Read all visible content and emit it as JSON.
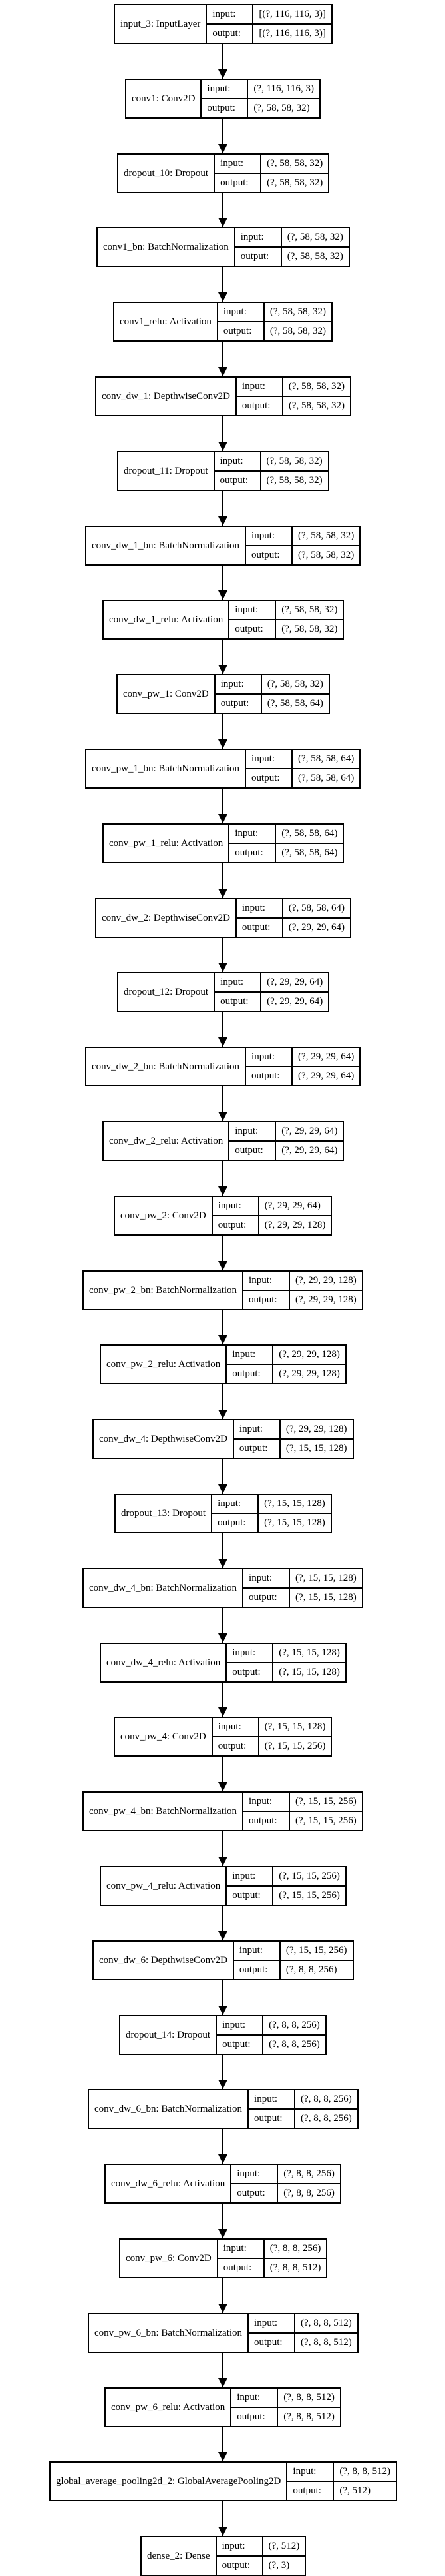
{
  "diagram": {
    "labels": {
      "input": "input:",
      "output": "output:"
    },
    "nodes": [
      {
        "name": "input_3: InputLayer",
        "input": "[(?, 116, 116, 3)]",
        "output": "[(?, 116, 116, 3)]"
      },
      {
        "name": "conv1: Conv2D",
        "input": "(?, 116, 116, 3)",
        "output": "(?, 58, 58, 32)"
      },
      {
        "name": "dropout_10: Dropout",
        "input": "(?, 58, 58, 32)",
        "output": "(?, 58, 58, 32)"
      },
      {
        "name": "conv1_bn: BatchNormalization",
        "input": "(?, 58, 58, 32)",
        "output": "(?, 58, 58, 32)"
      },
      {
        "name": "conv1_relu: Activation",
        "input": "(?, 58, 58, 32)",
        "output": "(?, 58, 58, 32)"
      },
      {
        "name": "conv_dw_1: DepthwiseConv2D",
        "input": "(?, 58, 58, 32)",
        "output": "(?, 58, 58, 32)"
      },
      {
        "name": "dropout_11: Dropout",
        "input": "(?, 58, 58, 32)",
        "output": "(?, 58, 58, 32)"
      },
      {
        "name": "conv_dw_1_bn: BatchNormalization",
        "input": "(?, 58, 58, 32)",
        "output": "(?, 58, 58, 32)"
      },
      {
        "name": "conv_dw_1_relu: Activation",
        "input": "(?, 58, 58, 32)",
        "output": "(?, 58, 58, 32)"
      },
      {
        "name": "conv_pw_1: Conv2D",
        "input": "(?, 58, 58, 32)",
        "output": "(?, 58, 58, 64)"
      },
      {
        "name": "conv_pw_1_bn: BatchNormalization",
        "input": "(?, 58, 58, 64)",
        "output": "(?, 58, 58, 64)"
      },
      {
        "name": "conv_pw_1_relu: Activation",
        "input": "(?, 58, 58, 64)",
        "output": "(?, 58, 58, 64)"
      },
      {
        "name": "conv_dw_2: DepthwiseConv2D",
        "input": "(?, 58, 58, 64)",
        "output": "(?, 29, 29, 64)"
      },
      {
        "name": "dropout_12: Dropout",
        "input": "(?, 29, 29, 64)",
        "output": "(?, 29, 29, 64)"
      },
      {
        "name": "conv_dw_2_bn: BatchNormalization",
        "input": "(?, 29, 29, 64)",
        "output": "(?, 29, 29, 64)"
      },
      {
        "name": "conv_dw_2_relu: Activation",
        "input": "(?, 29, 29, 64)",
        "output": "(?, 29, 29, 64)"
      },
      {
        "name": "conv_pw_2: Conv2D",
        "input": "(?, 29, 29, 64)",
        "output": "(?, 29, 29, 128)"
      },
      {
        "name": "conv_pw_2_bn: BatchNormalization",
        "input": "(?, 29, 29, 128)",
        "output": "(?, 29, 29, 128)"
      },
      {
        "name": "conv_pw_2_relu: Activation",
        "input": "(?, 29, 29, 128)",
        "output": "(?, 29, 29, 128)"
      },
      {
        "name": "conv_dw_4: DepthwiseConv2D",
        "input": "(?, 29, 29, 128)",
        "output": "(?, 15, 15, 128)"
      },
      {
        "name": "dropout_13: Dropout",
        "input": "(?, 15, 15, 128)",
        "output": "(?, 15, 15, 128)"
      },
      {
        "name": "conv_dw_4_bn: BatchNormalization",
        "input": "(?, 15, 15, 128)",
        "output": "(?, 15, 15, 128)"
      },
      {
        "name": "conv_dw_4_relu: Activation",
        "input": "(?, 15, 15, 128)",
        "output": "(?, 15, 15, 128)"
      },
      {
        "name": "conv_pw_4: Conv2D",
        "input": "(?, 15, 15, 128)",
        "output": "(?, 15, 15, 256)"
      },
      {
        "name": "conv_pw_4_bn: BatchNormalization",
        "input": "(?, 15, 15, 256)",
        "output": "(?, 15, 15, 256)"
      },
      {
        "name": "conv_pw_4_relu: Activation",
        "input": "(?, 15, 15, 256)",
        "output": "(?, 15, 15, 256)"
      },
      {
        "name": "conv_dw_6: DepthwiseConv2D",
        "input": "(?, 15, 15, 256)",
        "output": "(?, 8, 8, 256)"
      },
      {
        "name": "dropout_14: Dropout",
        "input": "(?, 8, 8, 256)",
        "output": "(?, 8, 8, 256)"
      },
      {
        "name": "conv_dw_6_bn: BatchNormalization",
        "input": "(?, 8, 8, 256)",
        "output": "(?, 8, 8, 256)"
      },
      {
        "name": "conv_dw_6_relu: Activation",
        "input": "(?, 8, 8, 256)",
        "output": "(?, 8, 8, 256)"
      },
      {
        "name": "conv_pw_6: Conv2D",
        "input": "(?, 8, 8, 256)",
        "output": "(?, 8, 8, 512)"
      },
      {
        "name": "conv_pw_6_bn: BatchNormalization",
        "input": "(?, 8, 8, 512)",
        "output": "(?, 8, 8, 512)"
      },
      {
        "name": "conv_pw_6_relu: Activation",
        "input": "(?, 8, 8, 512)",
        "output": "(?, 8, 8, 512)"
      },
      {
        "name": "global_average_pooling2d_2: GlobalAveragePooling2D",
        "input": "(?, 8, 8, 512)",
        "output": "(?, 512)"
      },
      {
        "name": "dense_2: Dense",
        "input": "(?, 512)",
        "output": "(?, 3)"
      }
    ]
  }
}
